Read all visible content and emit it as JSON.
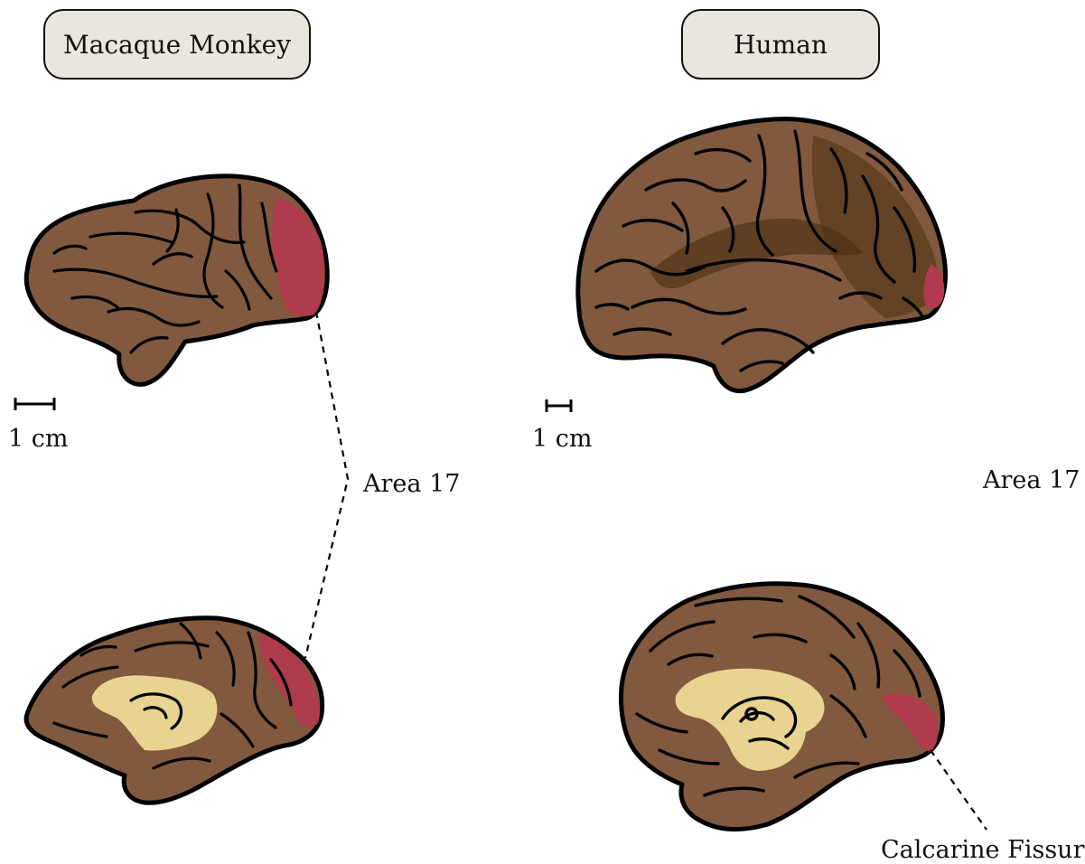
{
  "titles": {
    "monkey": "Macaque Monkey",
    "human": "Human"
  },
  "scale_bars": {
    "monkey": "1 cm",
    "human": "1 cm"
  },
  "labels": {
    "area17_monkey": "Area 17",
    "area17_human": "Area 17",
    "calcarine": "Calcarine Fissure"
  },
  "colors": {
    "cortex": "#80593f",
    "cortex_dark": "#5a3c20",
    "outline": "#000000",
    "area17": "#b23a4e",
    "corpus_callosum": "#e8d490",
    "title_box": "#e8e6de"
  }
}
